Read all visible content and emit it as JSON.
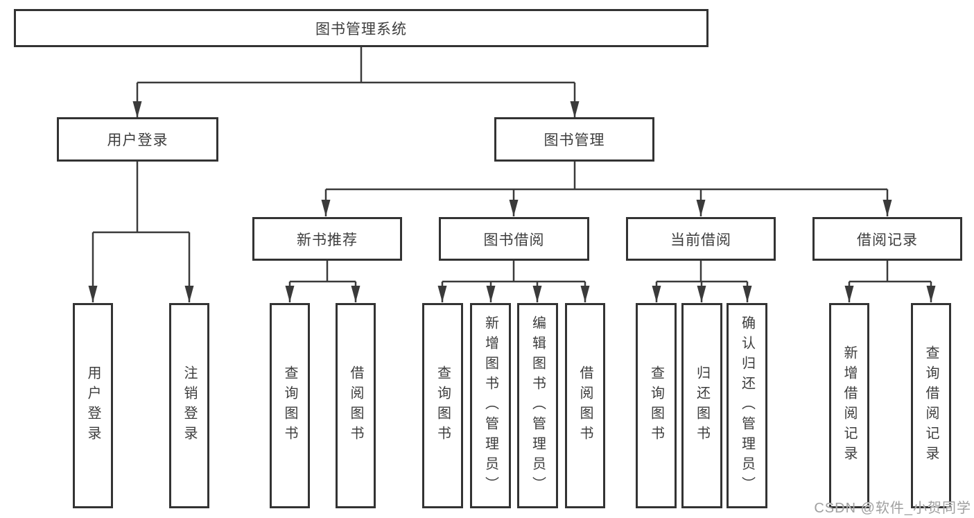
{
  "tree": {
    "label": "图书管理系统",
    "children": [
      {
        "label": "用户登录",
        "children": [
          {
            "label": "用户登录"
          },
          {
            "label": "注销登录"
          }
        ]
      },
      {
        "label": "图书管理",
        "children": [
          {
            "label": "新书推荐",
            "children": [
              {
                "label": "查询图书"
              },
              {
                "label": "借阅图书"
              }
            ]
          },
          {
            "label": "图书借阅",
            "children": [
              {
                "label": "查询图书"
              },
              {
                "label": "新增图书（管理员）"
              },
              {
                "label": "编辑图书（管理员）"
              },
              {
                "label": "借阅图书"
              }
            ]
          },
          {
            "label": "当前借阅",
            "children": [
              {
                "label": "查询图书"
              },
              {
                "label": "归还图书"
              },
              {
                "label": "确认归还（管理员）"
              }
            ]
          },
          {
            "label": "借阅记录",
            "children": [
              {
                "label": "新增借阅记录"
              },
              {
                "label": "查询借阅记录"
              }
            ]
          }
        ]
      }
    ]
  },
  "watermark": "CSDN @软件_小贺同学",
  "colors": {
    "line": "#3a3a3a",
    "box_border": "#333333",
    "text": "#3d3d3d",
    "watermark": "#a0a0a0"
  }
}
